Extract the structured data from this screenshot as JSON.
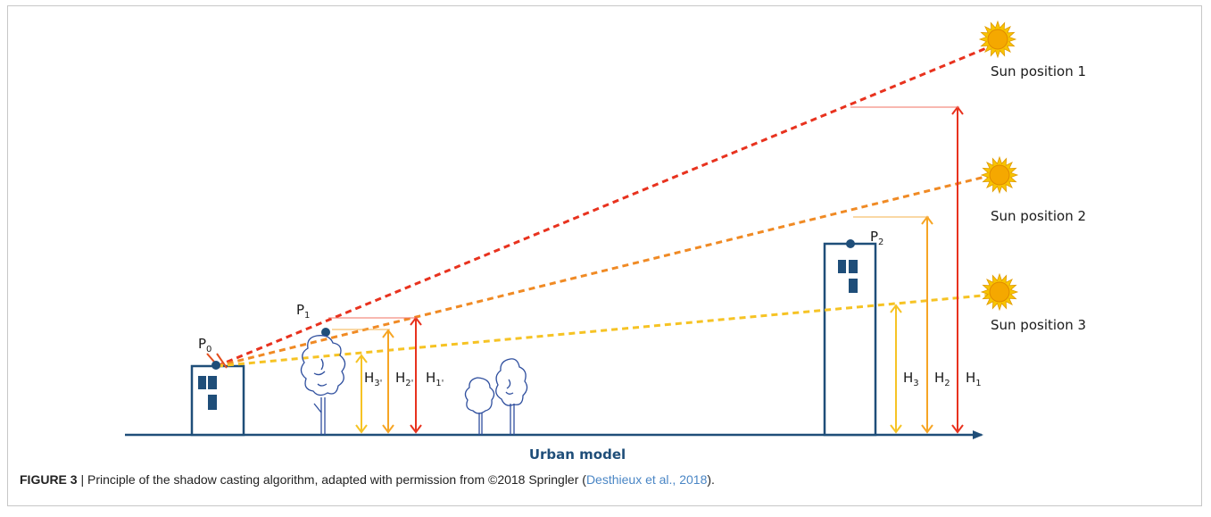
{
  "figure": {
    "points": {
      "p0": "P",
      "p0_sub": "0",
      "p1": "P",
      "p1_sub": "1",
      "p2": "P",
      "p2_sub": "2"
    },
    "heights_left": [
      {
        "main": "H",
        "sub": "3'"
      },
      {
        "main": "H",
        "sub": "2'"
      },
      {
        "main": "H",
        "sub": "1'"
      }
    ],
    "heights_right": [
      {
        "main": "H",
        "sub": "3"
      },
      {
        "main": "H",
        "sub": "2"
      },
      {
        "main": "H",
        "sub": "1"
      }
    ],
    "suns": [
      {
        "label": "Sun position 1",
        "ray_color": "#e8321e"
      },
      {
        "label": "Sun position 2",
        "ray_color": "#f08a24"
      },
      {
        "label": "Sun position 3",
        "ray_color": "#f6c324"
      }
    ],
    "axis_label": "Urban model",
    "colors": {
      "building": "#1f4e79",
      "tree": "#2f4f9e",
      "sun_core": "#f5a800",
      "sun_rays": "#f8c400"
    }
  },
  "caption": {
    "figure_number": "FIGURE 3",
    "separator": " | ",
    "text": "Principle of the shadow casting algorithm, adapted with permission from ©2018 Springler (",
    "citation": "Desthieux et al., 2018",
    "end": ")."
  }
}
